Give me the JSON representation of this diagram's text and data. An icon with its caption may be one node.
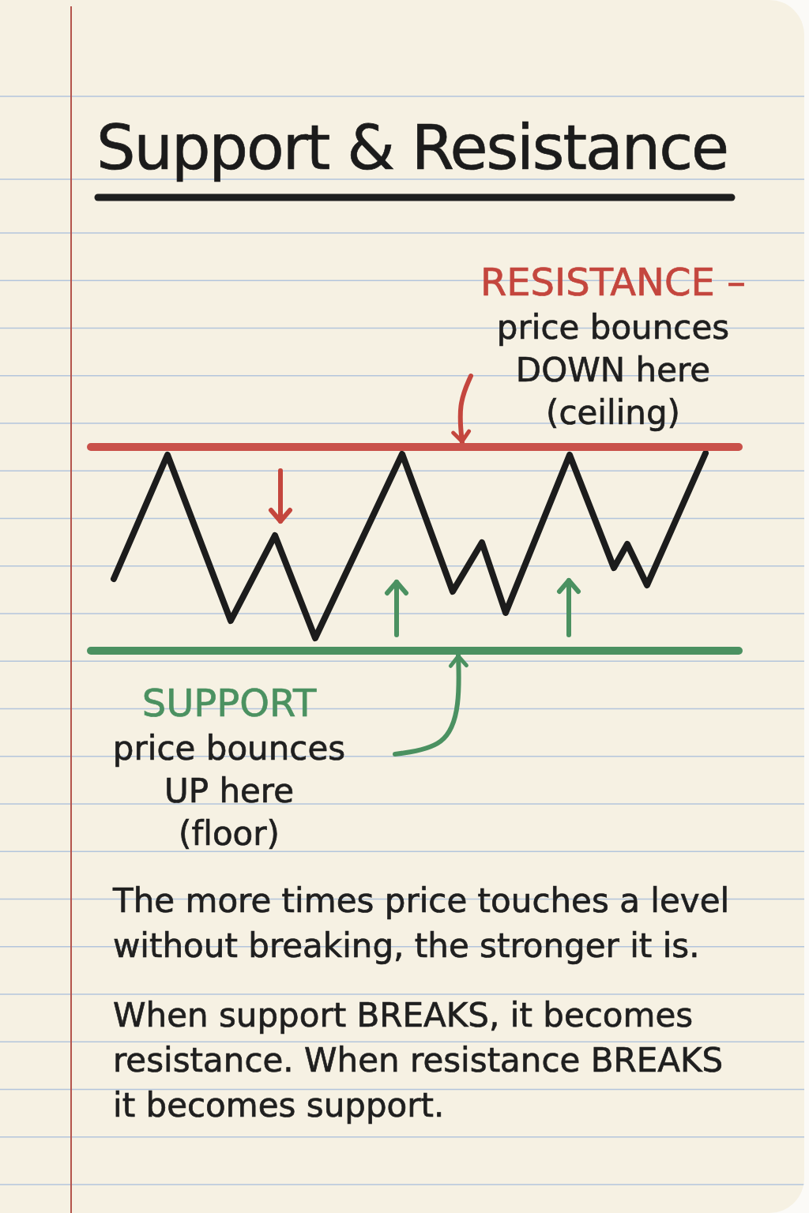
{
  "diagram": {
    "title": "Support & Resistance",
    "nodes": [
      {
        "text": [
          "RESISTANCE –",
          "price bounces DOWN here (ceiling)"
        ]
      },
      {
        "text": [],
        "shape": "line"
      },
      {
        "text": [],
        "shape": "line"
      },
      {
        "text": [
          "SUPPORT",
          "price bounces UP here (floor)"
        ]
      }
    ],
    "edges": [
      {
        "from": 0,
        "to": 1,
        "arrow": "to",
        "color": "#c4463e"
      },
      {
        "from": 3,
        "to": 2,
        "arrow": "to",
        "color": "#4b9161"
      }
    ],
    "labels": [
      "The more times price touches a level without breaking, the stronger it is.",
      "When support BREAKS, it becomes resistance. When resistance BREAKS it becomes support."
    ]
  }
}
